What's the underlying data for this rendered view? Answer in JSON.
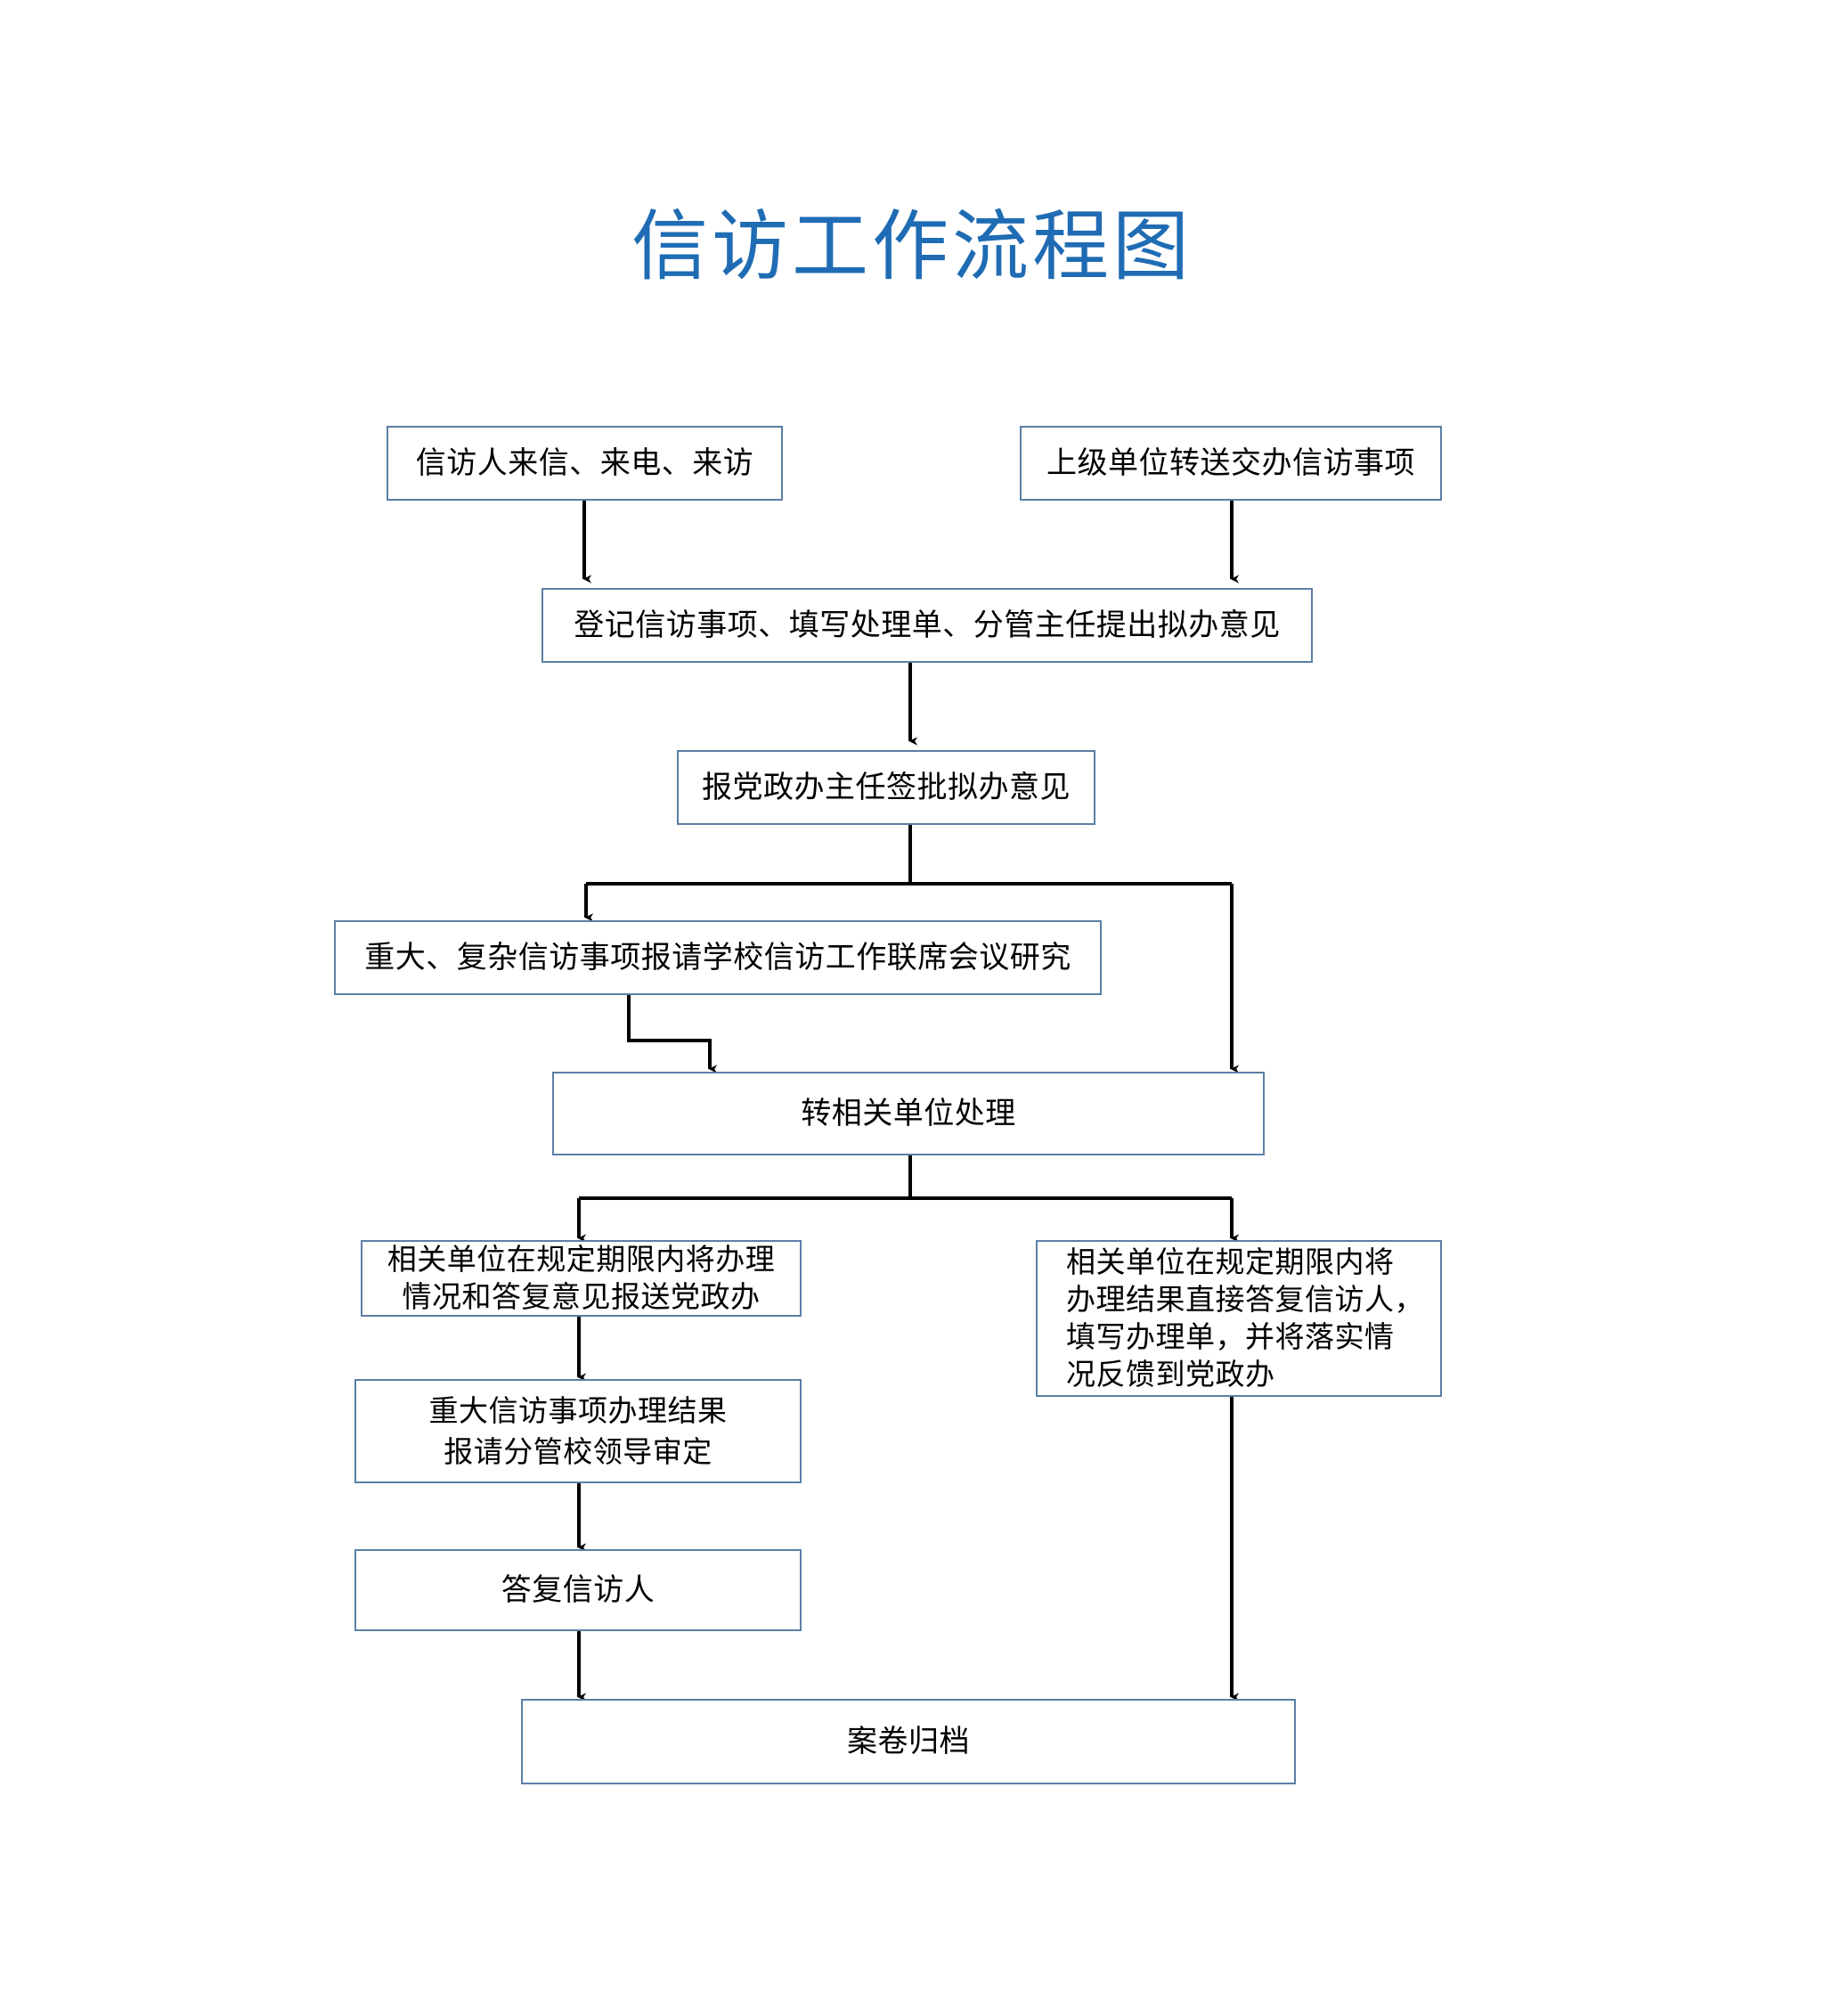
{
  "title": "信访工作流程图",
  "theme": {
    "title_color": "#1f6cb4",
    "box_border_color": "#5b7fa6",
    "box_fill_color": "#ffffff",
    "connector_color": "#000000",
    "page_background": "#ffffff"
  },
  "chart_data": {
    "type": "diagram",
    "title": "信访工作流程图",
    "diagram_kind": "flowchart",
    "orientation": "top-to-bottom",
    "nodes": [
      {
        "id": "n1",
        "label": "信访人来信、来电、来访"
      },
      {
        "id": "n2",
        "label": "上级单位转送交办信访事项"
      },
      {
        "id": "n3",
        "label": "登记信访事项、填写处理单、分管主任提出拟办意见"
      },
      {
        "id": "n4",
        "label": "报党政办主任签批拟办意见"
      },
      {
        "id": "n5",
        "label": "重大、复杂信访事项报请学校信访工作联席会议研究"
      },
      {
        "id": "n6",
        "label": "转相关单位处理"
      },
      {
        "id": "n7",
        "label": "相关单位在规定期限内将办理\n情况和答复意见报送党政办"
      },
      {
        "id": "n8",
        "label": "相关单位在规定期限内将\n办理结果直接答复信访人，\n填写办理单，并将落实情\n况反馈到党政办"
      },
      {
        "id": "n9",
        "label": "重大信访事项办理结果\n报请分管校领导审定"
      },
      {
        "id": "n10",
        "label": "答复信访人"
      },
      {
        "id": "n11",
        "label": "案卷归档"
      }
    ],
    "edges": [
      {
        "from": "n1",
        "to": "n3"
      },
      {
        "from": "n2",
        "to": "n3"
      },
      {
        "from": "n3",
        "to": "n4"
      },
      {
        "from": "n4",
        "to": "n5"
      },
      {
        "from": "n4",
        "to": "n6"
      },
      {
        "from": "n5",
        "to": "n6"
      },
      {
        "from": "n6",
        "to": "n7"
      },
      {
        "from": "n6",
        "to": "n8"
      },
      {
        "from": "n7",
        "to": "n9"
      },
      {
        "from": "n9",
        "to": "n10"
      },
      {
        "from": "n10",
        "to": "n11"
      },
      {
        "from": "n8",
        "to": "n11"
      }
    ]
  },
  "nodes": {
    "n1": {
      "label": "信访人来信、来电、来访"
    },
    "n2": {
      "label": "上级单位转送交办信访事项"
    },
    "n3": {
      "label": "登记信访事项、填写处理单、分管主任提出拟办意见"
    },
    "n4": {
      "label": "报党政办主任签批拟办意见"
    },
    "n5": {
      "label": "重大、复杂信访事项报请学校信访工作联席会议研究"
    },
    "n6": {
      "label": "转相关单位处理"
    },
    "n7": {
      "label": "相关单位在规定期限内将办理\n情况和答复意见报送党政办"
    },
    "n8": {
      "label": "相关单位在规定期限内将\n办理结果直接答复信访人，\n填写办理单，并将落实情\n况反馈到党政办"
    },
    "n9": {
      "label": "重大信访事项办理结果\n报请分管校领导审定"
    },
    "n10": {
      "label": "答复信访人"
    },
    "n11": {
      "label": "案卷归档"
    }
  }
}
